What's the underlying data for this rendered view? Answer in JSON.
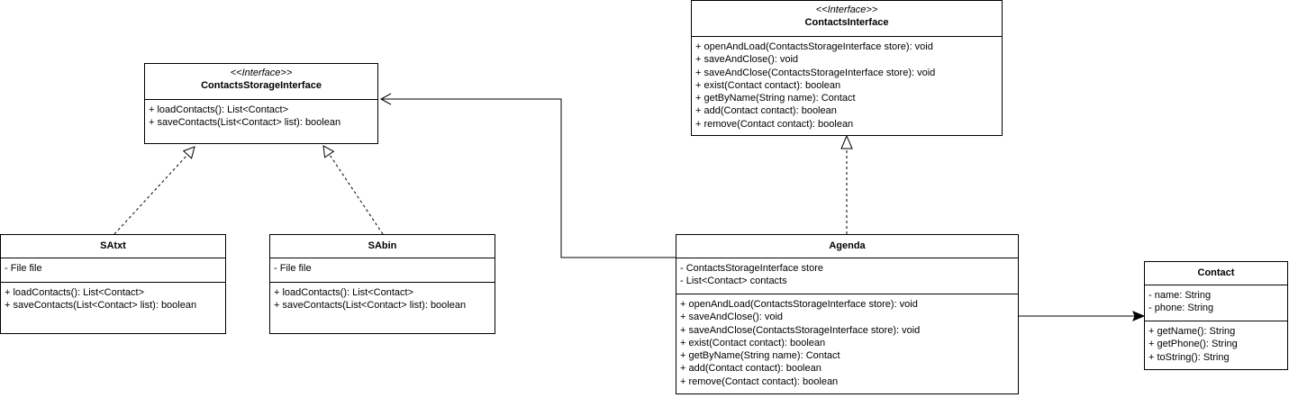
{
  "classes": {
    "contacts_interface": {
      "stereotype": "<<Interface>>",
      "name": "ContactsInterface",
      "methods": [
        "+ openAndLoad(ContactsStorageInterface store): void",
        "+ saveAndClose(): void",
        "+ saveAndClose(ContactsStorageInterface store): void",
        "+ exist(Contact contact): boolean",
        "+ getByName(String name): Contact",
        "+ add(Contact contact): boolean",
        "+ remove(Contact contact): boolean"
      ]
    },
    "contacts_storage_interface": {
      "stereotype": "<<Interface>>",
      "name": "ContactsStorageInterface",
      "methods": [
        "+ loadContacts(): List<Contact>",
        "+ saveContacts(List<Contact> list): boolean"
      ]
    },
    "satxt": {
      "name": "SAtxt",
      "attributes": [
        "- File file"
      ],
      "methods": [
        "+ loadContacts(): List<Contact>",
        "+ saveContacts(List<Contact> list): boolean"
      ]
    },
    "sabin": {
      "name": "SAbin",
      "attributes": [
        "- File file"
      ],
      "methods": [
        "+ loadContacts(): List<Contact>",
        "+ saveContacts(List<Contact> list): boolean"
      ]
    },
    "agenda": {
      "name": "Agenda",
      "attributes": [
        "- ContactsStorageInterface store",
        "- List<Contact> contacts"
      ],
      "methods": [
        "+ openAndLoad(ContactsStorageInterface store): void",
        "+ saveAndClose(): void",
        "+ saveAndClose(ContactsStorageInterface store): void",
        "+ exist(Contact contact): boolean",
        "+ getByName(String name): Contact",
        "+ add(Contact contact): boolean",
        "+ remove(Contact contact): boolean"
      ]
    },
    "contact": {
      "name": "Contact",
      "attributes": [
        "- name: String",
        "- phone: String"
      ],
      "methods": [
        "+ getName(): String",
        "+ getPhone(): String",
        "+ toString(): String"
      ]
    }
  }
}
